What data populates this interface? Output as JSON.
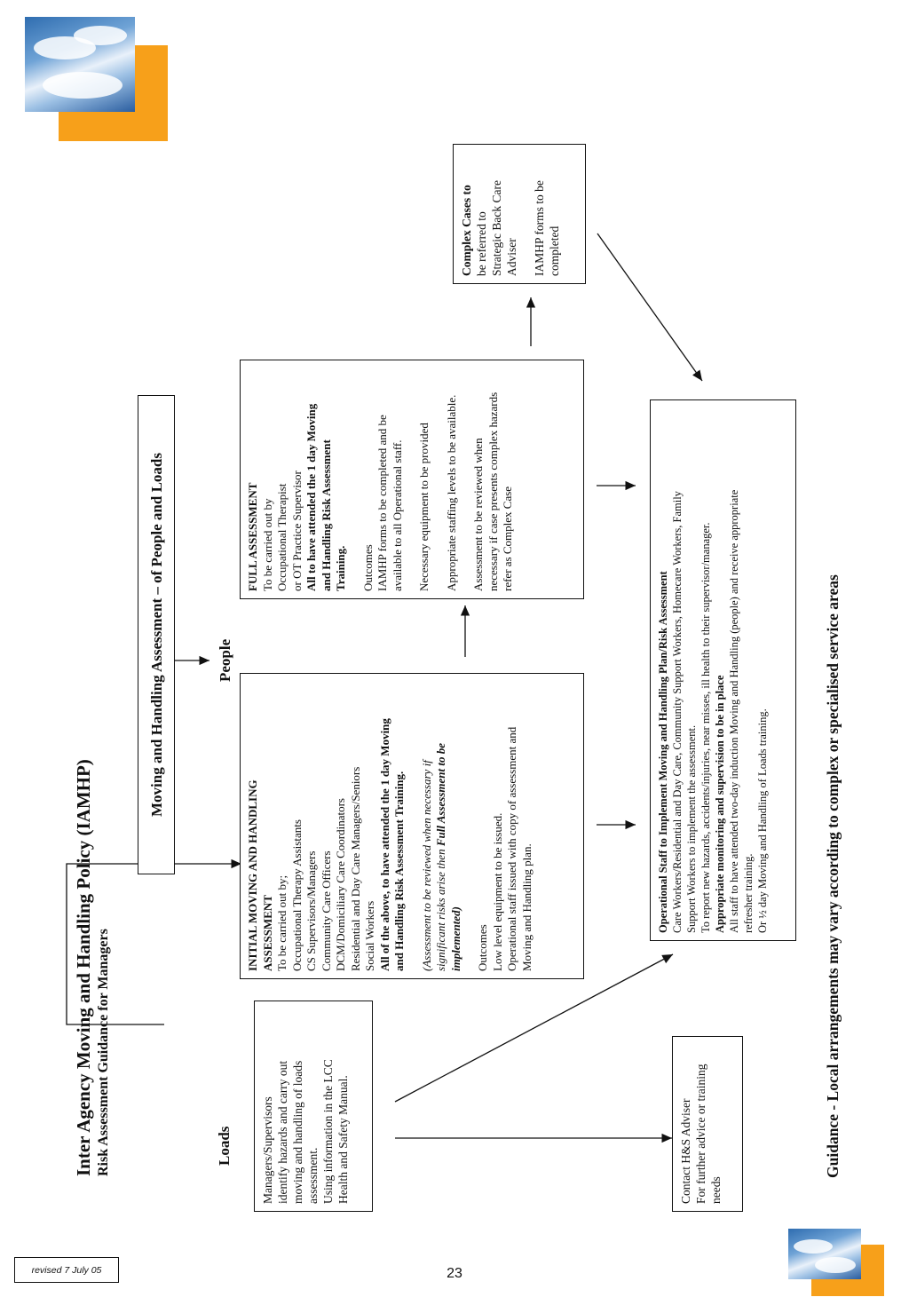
{
  "title": "Inter Agency Moving and Handling Policy  (IAMHP)",
  "subtitle": "Risk Assessment Guidance for Managers",
  "top_box": "Moving and Handling Assessment – of People and Loads",
  "branch_loads": "Loads",
  "branch_people": "People",
  "loads_box": [
    "Managers/Supervisors",
    "identify hazards and carry out",
    "moving and handling of loads",
    "assessment.",
    "Using information in the LCC",
    "Health and Safety Manual."
  ],
  "initial_box": {
    "heading": [
      "INITIAL MOVING AND  HANDLING",
      "ASSESSMENT"
    ],
    "lines": [
      "To be carried out by;",
      "Occupational Therapy Assistants",
      "CS Supervisors/Managers",
      "Community Care Officers",
      "DCM/Domiciliary Care Coordinators",
      "Residential and Day Care Managers/Seniors",
      "Social Workers"
    ],
    "bold_lines": [
      "All of the above, to have attended the 1 day Moving",
      "and Handling Risk Assessment Training."
    ],
    "italic_lines": [
      "(Assessment to be reviewed when necessary if",
      "significant risks arise then"
    ],
    "italic_bold": "Full Assessment to be",
    "italic_bold2": "implemented)",
    "outcomes": [
      "Outcomes",
      "Low level equipment to be issued.",
      "Operational staff issued with copy of assessment and",
      "Moving and Handling plan."
    ]
  },
  "full_box": {
    "heading": "FULL ASSESSMENT",
    "lines": [
      "To be carried out by",
      "Occupational Therapist",
      "or OT Practice Supervisor"
    ],
    "bold_lines": [
      "All to have attended the 1 day Moving",
      "and Handling Risk Assessment",
      "Training."
    ],
    "outcomes": [
      "Outcomes",
      "IAMHP forms to be completed and be",
      "available to all Operational staff."
    ],
    "equipment": "Necessary equipment to be provided",
    "staffing": "Appropriate staffing levels to be available.",
    "review": [
      "Assessment to be reviewed when",
      "necessary if case presents complex hazards",
      "refer as Complex Case"
    ]
  },
  "complex_box": {
    "bold_lines": [
      "Complex Cases to"
    ],
    "lines": [
      "be referred to",
      "Strategic Back Care",
      "Adviser"
    ],
    "forms": [
      "IAMHP forms to be",
      "completed"
    ]
  },
  "contact_box": [
    "Contact H&S Adviser",
    "For further advice or training",
    "needs"
  ],
  "operational_box": {
    "heading": "Operational Staff to Implement Moving and Handling Plan/Risk Assessment",
    "lines": [
      "Care Workers/Residential and Day Care, Community Support Workers, Homecare Workers, Family",
      "Support Workers to implement the assessment.",
      "To report new hazards, accidents/injuries, near misses, ill health to their supervisor/manager."
    ],
    "bold_line": "Appropriate monitoring and supervision to be in place",
    "lines2": [
      "All staff to have attended two-day induction Moving and Handling (people) and receive appropriate",
      "refresher training.",
      "Or ½ day Moving and Handling of Loads training."
    ]
  },
  "guidance": "Guidance - Local arrangements may vary according to complex or specialised service areas",
  "footer": {
    "revised": "revised 7 July 05",
    "page_number": "23"
  },
  "colors": {
    "logo_orange": "#f7a01a",
    "logo_sky": "#4a86c5",
    "line": "#111111"
  }
}
